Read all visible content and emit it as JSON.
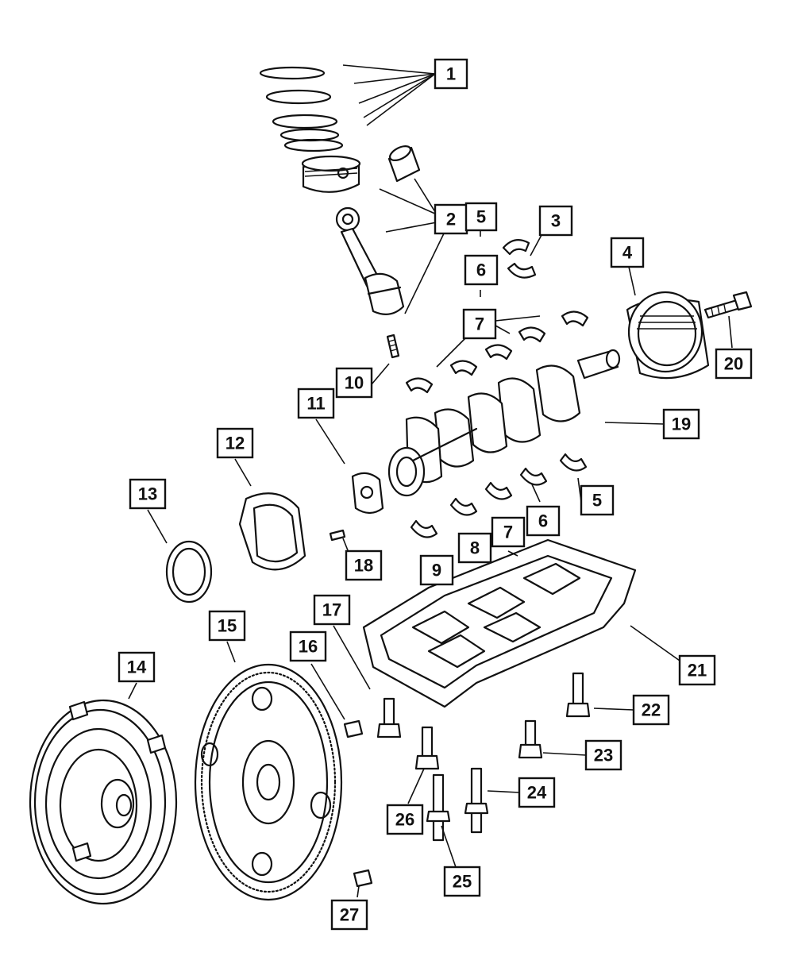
{
  "callouts": [
    {
      "id": "c1",
      "label": "1"
    },
    {
      "id": "c2",
      "label": "2"
    },
    {
      "id": "c3",
      "label": "3"
    },
    {
      "id": "c4",
      "label": "4"
    },
    {
      "id": "c5a",
      "label": "5"
    },
    {
      "id": "c5b",
      "label": "5"
    },
    {
      "id": "c6a",
      "label": "6"
    },
    {
      "id": "c6b",
      "label": "6"
    },
    {
      "id": "c7a",
      "label": "7"
    },
    {
      "id": "c7b",
      "label": "7"
    },
    {
      "id": "c8",
      "label": "8"
    },
    {
      "id": "c9",
      "label": "9"
    },
    {
      "id": "c10",
      "label": "10"
    },
    {
      "id": "c11",
      "label": "11"
    },
    {
      "id": "c12",
      "label": "12"
    },
    {
      "id": "c13",
      "label": "13"
    },
    {
      "id": "c14",
      "label": "14"
    },
    {
      "id": "c15",
      "label": "15"
    },
    {
      "id": "c16",
      "label": "16"
    },
    {
      "id": "c17",
      "label": "17"
    },
    {
      "id": "c18",
      "label": "18"
    },
    {
      "id": "c19",
      "label": "19"
    },
    {
      "id": "c20",
      "label": "20"
    },
    {
      "id": "c21",
      "label": "21"
    },
    {
      "id": "c22",
      "label": "22"
    },
    {
      "id": "c23",
      "label": "23"
    },
    {
      "id": "c24",
      "label": "24"
    },
    {
      "id": "c25",
      "label": "25"
    },
    {
      "id": "c26",
      "label": "26"
    },
    {
      "id": "c27",
      "label": "27"
    }
  ]
}
